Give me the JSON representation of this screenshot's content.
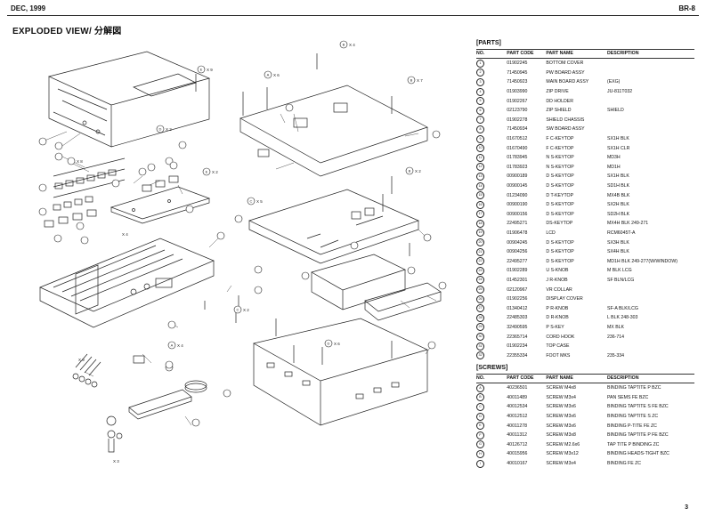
{
  "header": {
    "date": "DEC, 1999",
    "model": "BR-8"
  },
  "title": "EXPLODED VIEW/ 分解図",
  "diagram": {
    "qty_labels": [
      "X 9",
      "X 4",
      "X 6",
      "X 7",
      "X 2",
      "X 5",
      "X 2",
      "X 8",
      "X 2",
      "X 4",
      "X 2",
      "X 4",
      "X 6",
      "X 9",
      "X 3"
    ],
    "screw_letters": [
      "E",
      "B",
      "A",
      "B",
      "D",
      "B",
      "C",
      "E",
      "C",
      "A",
      "D"
    ]
  },
  "parts": {
    "heading": "[PARTS]",
    "columns": [
      "NO.",
      "PART CODE",
      "PART NAME",
      "DESCRIPTION"
    ],
    "rows": [
      [
        "1",
        "01902245",
        "BOTTOM COVER",
        ""
      ],
      [
        "2",
        "71450945",
        "PW BOARD ASSY",
        ""
      ],
      [
        "3",
        "71450923",
        "MAIN BOARD ASSY",
        "(EXG)"
      ],
      [
        "4",
        "01903990",
        "ZIP DRIVE",
        "JU-811T032"
      ],
      [
        "5",
        "01902267",
        "DD HOLDER",
        ""
      ],
      [
        "6",
        "02123790",
        "ZIP SHIELD",
        "SHIELD"
      ],
      [
        "7",
        "01902278",
        "SHIELD CHASSIS",
        ""
      ],
      [
        "8",
        "71450934",
        "SW BOARD ASSY",
        ""
      ],
      [
        "9",
        "01670512",
        "F C-KEYTOP",
        "SX1H BLK"
      ],
      [
        "10",
        "01670490",
        "F C-KEYTOP",
        "SX1H CLR"
      ],
      [
        "11",
        "01783945",
        "N S-KEYTOP",
        "MD3H"
      ],
      [
        "12",
        "01783923",
        "N S-KEYTOP",
        "MD1H"
      ],
      [
        "13",
        "00900189",
        "D S-KEYTOP",
        "SX1H BLK"
      ],
      [
        "14",
        "00900145",
        "D S-KEYTOP",
        "SD1H BLK"
      ],
      [
        "15",
        "01234090",
        "D T-KEYTOP",
        "MX4B BLK"
      ],
      [
        "16",
        "00900190",
        "D S-KEYTOP",
        "SX2H BLK"
      ],
      [
        "17",
        "00900156",
        "D S-KEYTOP",
        "SD2H BLK"
      ],
      [
        "18",
        "22495271",
        "DS-KEYTOP",
        "MX4H BLK 249-271"
      ],
      [
        "19",
        "01906478",
        "LCD",
        "RCM6045T-A"
      ],
      [
        "20",
        "00904245",
        "D S-KEYTOP",
        "SX3H BLK"
      ],
      [
        "21",
        "00904256",
        "D S-KEYTOP",
        "SX4H BLK"
      ],
      [
        "22",
        "22495277",
        "D S-KEYTOP",
        "MD1H BLK 249-277(W/WINDOW)"
      ],
      [
        "23",
        "01902289",
        "U S-KNOB",
        "M BLK LCG"
      ],
      [
        "24",
        "01452301",
        "J R-KNOB",
        "SF BLN/LCG"
      ],
      [
        "25",
        "02120967",
        "VR COLLAR",
        ""
      ],
      [
        "26",
        "01902256",
        "DISPLAY COVER",
        ""
      ],
      [
        "27",
        "01340412",
        "P R-KNOB",
        "SF-A BLK/LCG"
      ],
      [
        "28",
        "22485303",
        "D R-KNOB",
        "L BLK 248-303"
      ],
      [
        "29",
        "32490595",
        "P S-KEY",
        "MX BLK"
      ],
      [
        "30",
        "22365714",
        "CORD HOOK",
        "236-714"
      ],
      [
        "31",
        "01902234",
        "TOP CASE",
        ""
      ],
      [
        "32",
        "22355334",
        "FOOT MKS",
        "235-334"
      ]
    ]
  },
  "screws": {
    "heading": "[SCREWS]",
    "columns": [
      "NO.",
      "PART CODE",
      "PART NAME",
      "DESCRIPTION"
    ],
    "rows": [
      [
        "A",
        "40236501",
        "SCREW M4x8",
        "BINDING TAPTITE P BZC"
      ],
      [
        "B",
        "40011489",
        "SCREW M3x4",
        "PAN SEMS FE BZC"
      ],
      [
        "C",
        "40012534",
        "SCREW M3x6",
        "BINDING TAPTITE S FE BZC"
      ],
      [
        "D",
        "40012512",
        "SCREW M3x6",
        "BINDING TAPTITE S ZC"
      ],
      [
        "E",
        "40011278",
        "SCREW M3x6",
        "BINDING P-TITE FE ZC"
      ],
      [
        "F",
        "40011312",
        "SCREW M3x8",
        "BINDING TAPTITE P FE BZC"
      ],
      [
        "G",
        "40126712",
        "SCREW M2.6x6",
        "TAP TITE P BINDING ZC"
      ],
      [
        "H",
        "40015956",
        "SCREW M3x12",
        "BINDING HEADS-TIGHT BZC"
      ],
      [
        "I",
        "40010167",
        "SCREW M3x4",
        "BINDING FE ZC"
      ]
    ]
  },
  "page_number": "3"
}
